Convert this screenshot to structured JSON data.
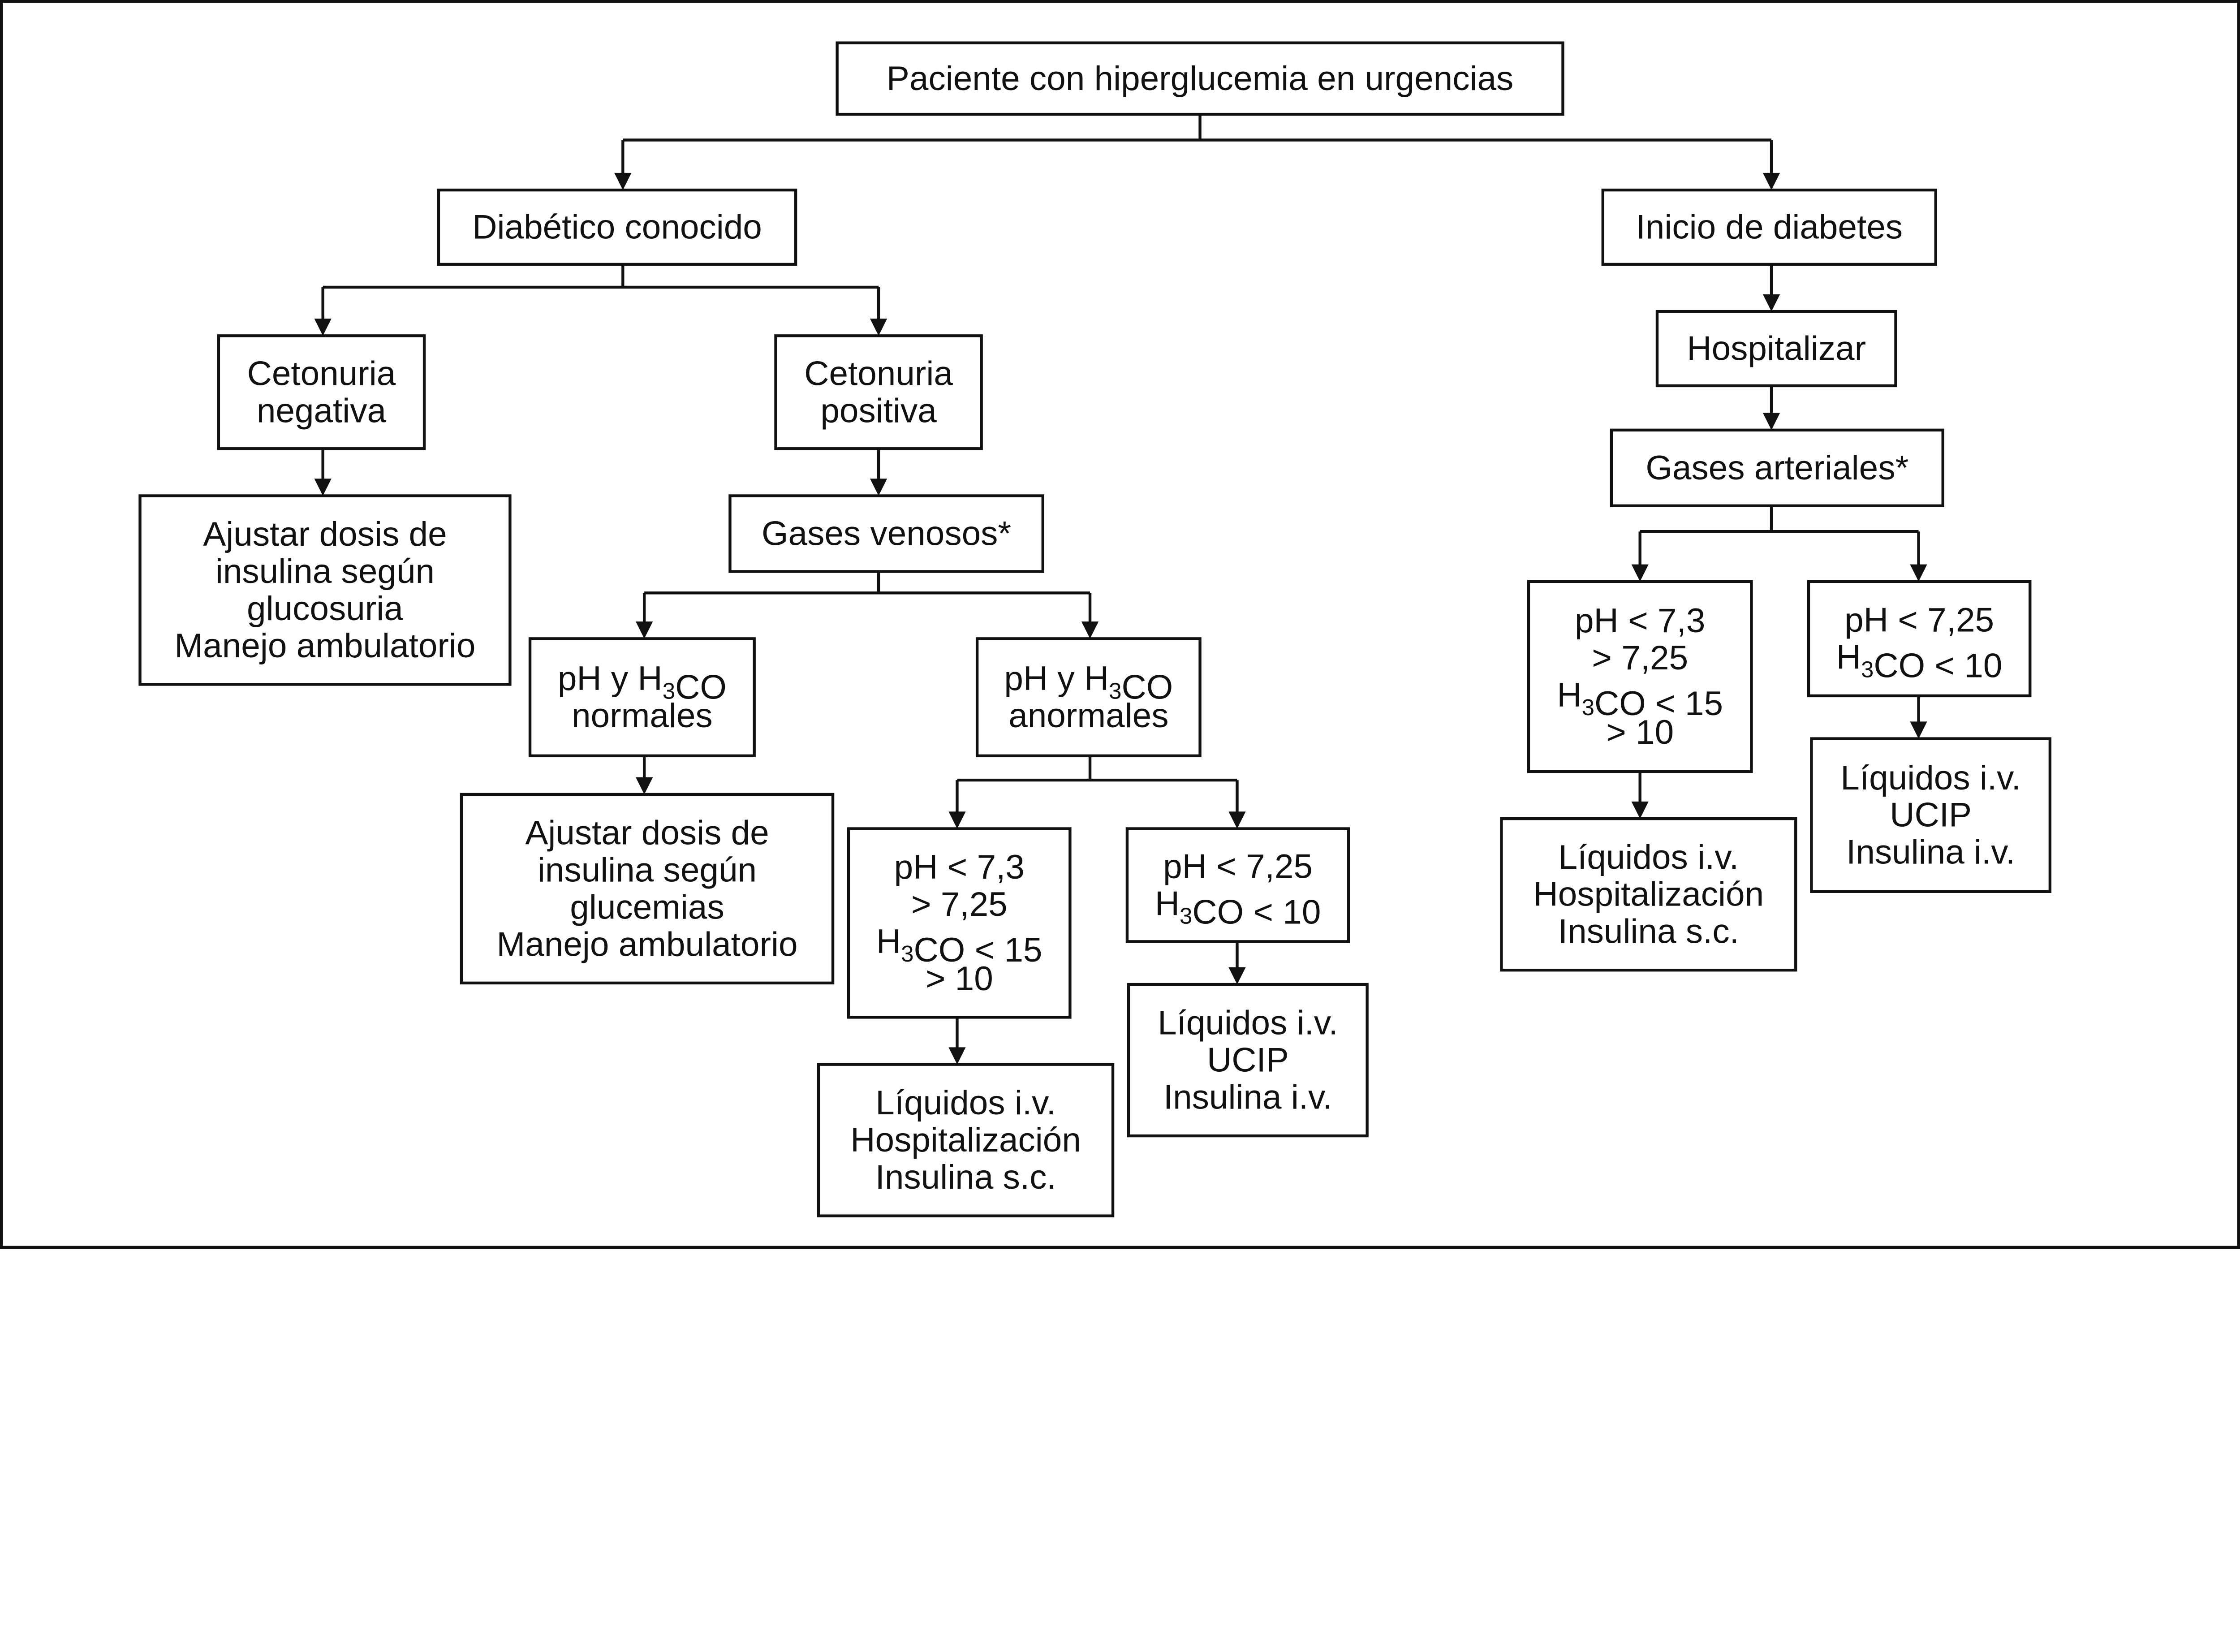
{
  "nodes": {
    "root": [
      "Paciente con hiperglucemia en urgencias"
    ],
    "known": [
      "Diabético conocido"
    ],
    "onset": [
      "Inicio de diabetes"
    ],
    "ket_neg": [
      "Cetonuria",
      "negativa"
    ],
    "ket_pos": [
      "Cetonuria",
      "positiva"
    ],
    "adjust_glucosuria": [
      "Ajustar dosis de",
      "insulina según",
      "glucosuria",
      "Manejo ambulatorio"
    ],
    "venous_gases": [
      "Gases venosos*"
    ],
    "ph_normal": [
      "pH y H₃CO",
      "normales"
    ],
    "ph_abnormal": [
      "pH y H₃CO",
      "anormales"
    ],
    "adjust_glycemia": [
      "Ajustar dosis de",
      "insulina según",
      "glucemias",
      "Manejo ambulatorio"
    ],
    "mild_left": [
      "pH < 7,3",
      "> 7,25",
      "H₃CO < 15",
      "> 10"
    ],
    "severe_left": [
      "pH < 7,25",
      "H₃CO < 10"
    ],
    "tx_hosp_left": [
      "Líquidos i.v.",
      "Hospitalización",
      "Insulina s.c."
    ],
    "tx_ucip_left": [
      "Líquidos i.v.",
      "UCIP",
      "Insulina i.v."
    ],
    "hospitalize": [
      "Hospitalizar"
    ],
    "arterial_gases": [
      "Gases arteriales*"
    ],
    "mild_right": [
      "pH < 7,3",
      "> 7,25",
      "H₃CO < 15",
      "> 10"
    ],
    "severe_right": [
      "pH < 7,25",
      "H₃CO < 10"
    ],
    "tx_hosp_right": [
      "Líquidos i.v.",
      "Hospitalización",
      "Insulina s.c."
    ],
    "tx_ucip_right": [
      "Líquidos i.v.",
      "UCIP",
      "Insulina i.v."
    ]
  },
  "colors": {
    "stroke": "#111111",
    "background": "#ffffff"
  }
}
